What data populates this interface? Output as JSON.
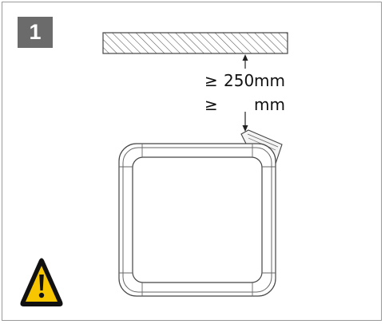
{
  "step": {
    "number": "1"
  },
  "clearance": {
    "top": {
      "symbol": "≥",
      "value": "250",
      "unit": "mm"
    },
    "side": {
      "symbol": "≥",
      "value": "",
      "unit": "mm"
    }
  },
  "icons": {
    "warning": "warning-triangle-icon",
    "ceiling": "ceiling-hatch-icon",
    "device": "device-front-icon",
    "wall_bracket": "wall-bracket-icon"
  },
  "colors": {
    "badge_background": "#6b6b6b",
    "badge_text": "#ffffff",
    "warning_fill": "#f7c600",
    "warning_stroke": "#111111",
    "line": "#444444",
    "frame_border": "#9a9a9a"
  }
}
